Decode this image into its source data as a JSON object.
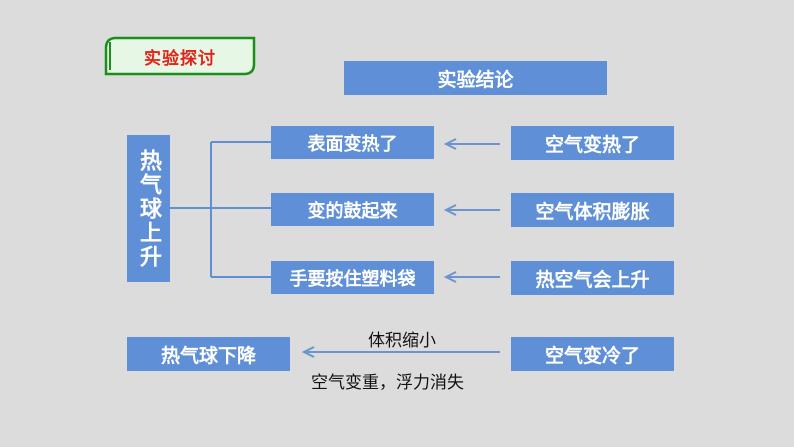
{
  "section_tag": "实验探讨",
  "conclusion_header": "实验结论",
  "subject": "热气球上升",
  "effects": [
    "表面变热了",
    "变的鼓起来",
    "手要按住塑料袋"
  ],
  "causes": [
    "空气变热了",
    "空气体积膨胀",
    "热空气会上升"
  ],
  "bottom": {
    "result": "热气球下降",
    "cause": "空气变冷了",
    "note_top": "体积缩小",
    "note_bottom": "空气变重，浮力消失"
  },
  "colors": {
    "box": "#5f8fd6",
    "line": "#5f8fd6",
    "arrow": "#6d94cf",
    "tag_fill": "#e6f7e6",
    "tag_stroke": "#1a8f1a",
    "tag_text": "#e2231a",
    "background": "#dcdcdc"
  }
}
